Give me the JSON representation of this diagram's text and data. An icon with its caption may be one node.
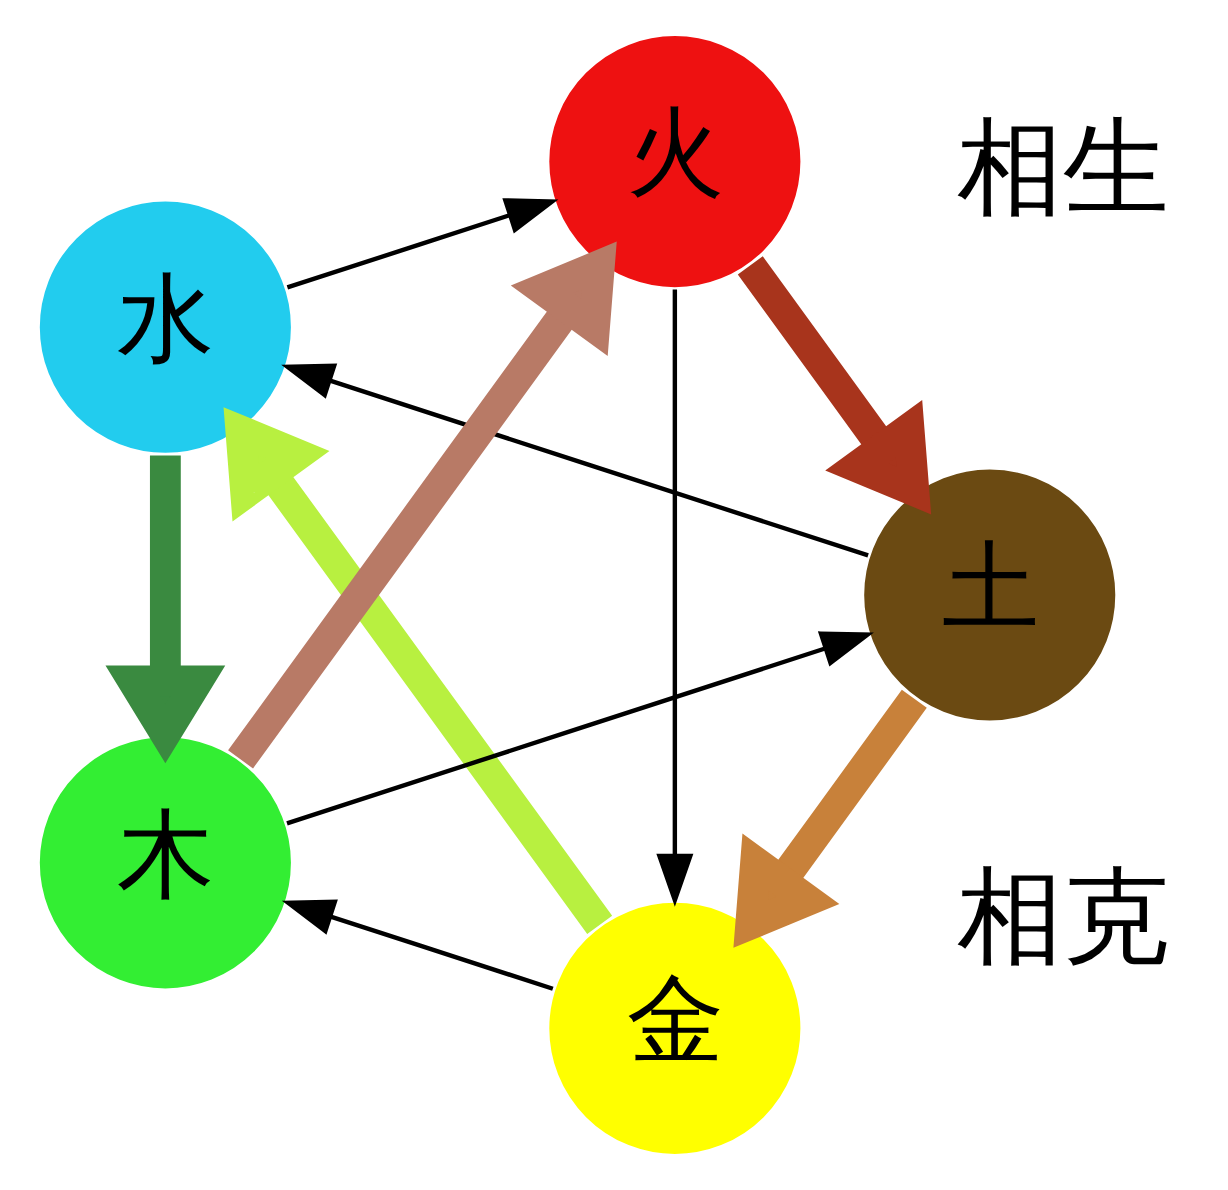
{
  "diagram": {
    "nodes": [
      {
        "text": [
          "金"
        ]
      },
      {
        "text": [
          "土"
        ]
      },
      {
        "text": [
          "水"
        ]
      },
      {
        "text": [
          "火"
        ]
      },
      {
        "text": [
          "木"
        ]
      }
    ],
    "edges": [
      {
        "from": 1,
        "to": 0,
        "arrow": "to",
        "style": "thick",
        "color": "#c8813a"
      },
      {
        "from": 0,
        "to": 2,
        "arrow": "to",
        "style": "thick",
        "color": "#b8f040"
      },
      {
        "from": 2,
        "to": 4,
        "arrow": "to",
        "style": "thick",
        "color": "#3a8a40"
      },
      {
        "from": 4,
        "to": 3,
        "arrow": "to",
        "style": "thick",
        "color": "#b87a66"
      },
      {
        "from": 3,
        "to": 1,
        "arrow": "to",
        "style": "thick",
        "color": "#a8341c"
      },
      {
        "from": 0,
        "to": 4,
        "arrow": "to"
      },
      {
        "from": 3,
        "to": 0,
        "arrow": "to"
      },
      {
        "from": 1,
        "to": 2,
        "arrow": "to"
      },
      {
        "from": 2,
        "to": 3,
        "arrow": "to"
      },
      {
        "from": 4,
        "to": 1,
        "arrow": "to"
      }
    ],
    "labels": [
      "相生",
      "相克"
    ]
  }
}
